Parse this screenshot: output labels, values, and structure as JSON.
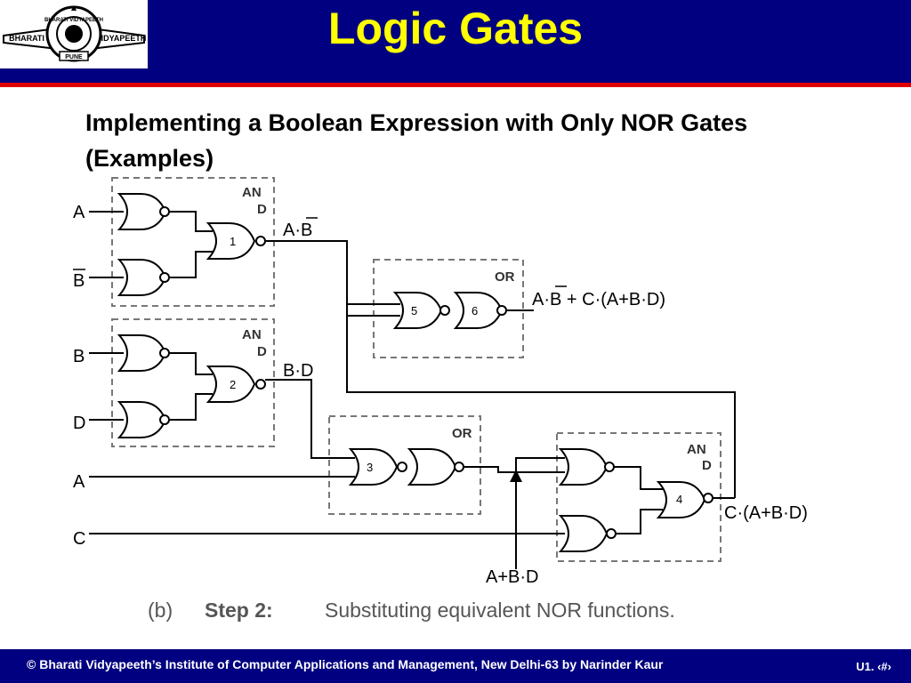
{
  "slide": {
    "title": "Logic Gates",
    "heading": "Implementing a Boolean Expression with Only NOR Gates (Examples)"
  },
  "logo": {
    "left_word": "BHARATI",
    "right_word": "VIDYAPEETH",
    "ring_text": "BHARATI VIDYAPEETH",
    "city": "PUNE"
  },
  "diagram": {
    "inputs": [
      "A",
      "B",
      "B",
      "D",
      "A",
      "C"
    ],
    "block_labels": [
      "AN",
      "D",
      "AN",
      "D",
      "OR",
      "OR",
      "AN",
      "D"
    ],
    "gate_numbers": [
      "1",
      "2",
      "3",
      "4",
      "5",
      "6"
    ],
    "expressions": {
      "and1_out": "A·B",
      "and2_out": "B·D",
      "final_out": "A·B + C·(A+B·D)",
      "and4_out": "C·(A+B·D)",
      "or3_out": "A+B·D"
    },
    "caption_label": "(b)",
    "caption_step": "Step 2:",
    "caption_text": "Substituting equivalent NOR functions."
  },
  "footer": {
    "text": "© Bharati Vidyapeeth’s Institute of Computer Applications and Management, New Delhi-63  by Narinder Kaur",
    "slide_number": "U1. ‹#›"
  }
}
